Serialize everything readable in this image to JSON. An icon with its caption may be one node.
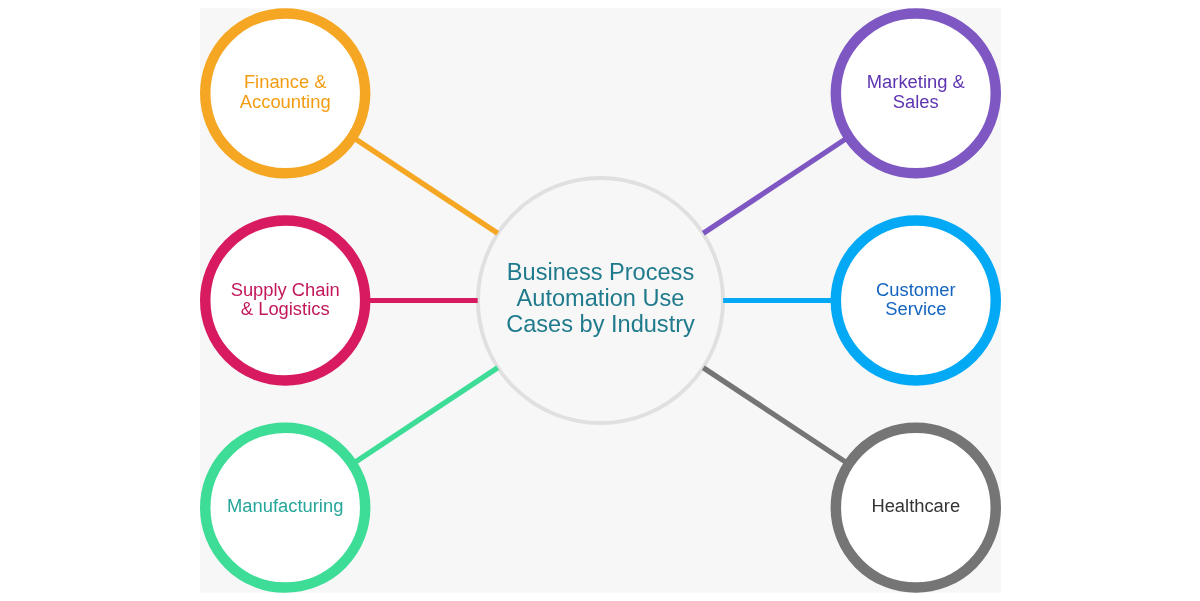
{
  "diagram": {
    "nodes": [
      {
        "text": [
          "Business Process Automation Use Cases by Industry"
        ]
      },
      {
        "text": [
          "Finance & Accounting"
        ]
      },
      {
        "text": [
          "Supply Chain & Logistics"
        ]
      },
      {
        "text": [
          "Manufacturing"
        ]
      },
      {
        "text": [
          "Marketing & Sales"
        ]
      },
      {
        "text": [
          "Customer Service"
        ]
      },
      {
        "text": [
          "Healthcare"
        ]
      }
    ],
    "edges": [
      {
        "from": 1,
        "to": 0,
        "arrow": "none",
        "color": "#f5a623"
      },
      {
        "from": 2,
        "to": 0,
        "arrow": "none",
        "color": "#d81b60"
      },
      {
        "from": 3,
        "to": 0,
        "arrow": "none",
        "color": "#3ddc97"
      },
      {
        "from": 0,
        "to": 4,
        "arrow": "none",
        "color": "#7e57c2"
      },
      {
        "from": 0,
        "to": 5,
        "arrow": "none",
        "color": "#03a9f4"
      },
      {
        "from": 0,
        "to": 6,
        "arrow": "none",
        "color": "#757575"
      }
    ]
  }
}
